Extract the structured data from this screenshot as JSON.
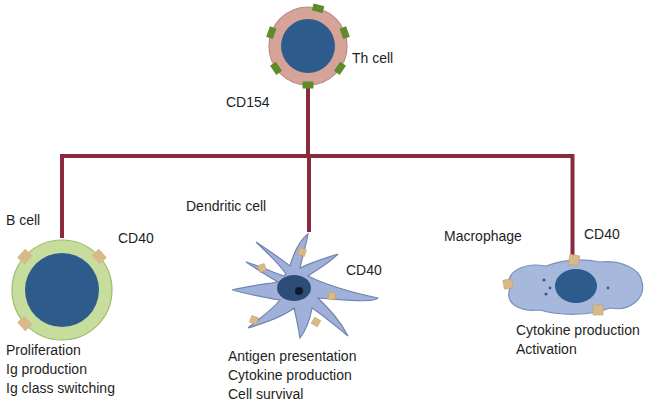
{
  "diagram": {
    "nodes": [
      {
        "text": [
          "Th cell",
          "CD154"
        ]
      },
      {
        "text": [
          "B cell",
          "CD40",
          "Proliferation",
          "Ig production",
          "Ig class switching"
        ]
      },
      {
        "text": [
          "Dendritic cell",
          "CD40",
          "Antigen presentation",
          "Cytokine production",
          "Cell survival"
        ]
      },
      {
        "text": [
          "Macrophage",
          "CD40",
          "Cytokine production",
          "Activation"
        ]
      }
    ],
    "edges": [
      {
        "from": 0,
        "to": 1,
        "arrow": "none"
      },
      {
        "from": 0,
        "to": 2,
        "arrow": "none"
      },
      {
        "from": 0,
        "to": 3,
        "arrow": "none"
      }
    ]
  }
}
